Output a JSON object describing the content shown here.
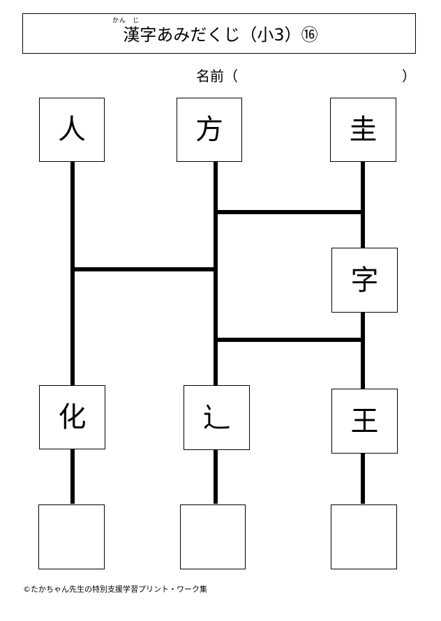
{
  "title": {
    "ruby": [
      "かん",
      "じ"
    ],
    "text": "漢字あみだくじ（小3）⑯"
  },
  "name_field": {
    "label": "名前（",
    "close": "）"
  },
  "top_row": [
    "人",
    "方",
    "圭"
  ],
  "middle_right": "字",
  "bottom_row": [
    "化",
    "辶",
    "王"
  ],
  "answer_boxes": [
    "",
    "",
    ""
  ],
  "footer": "©たかちゃん先生の特別支援学習プリント・ワーク集"
}
